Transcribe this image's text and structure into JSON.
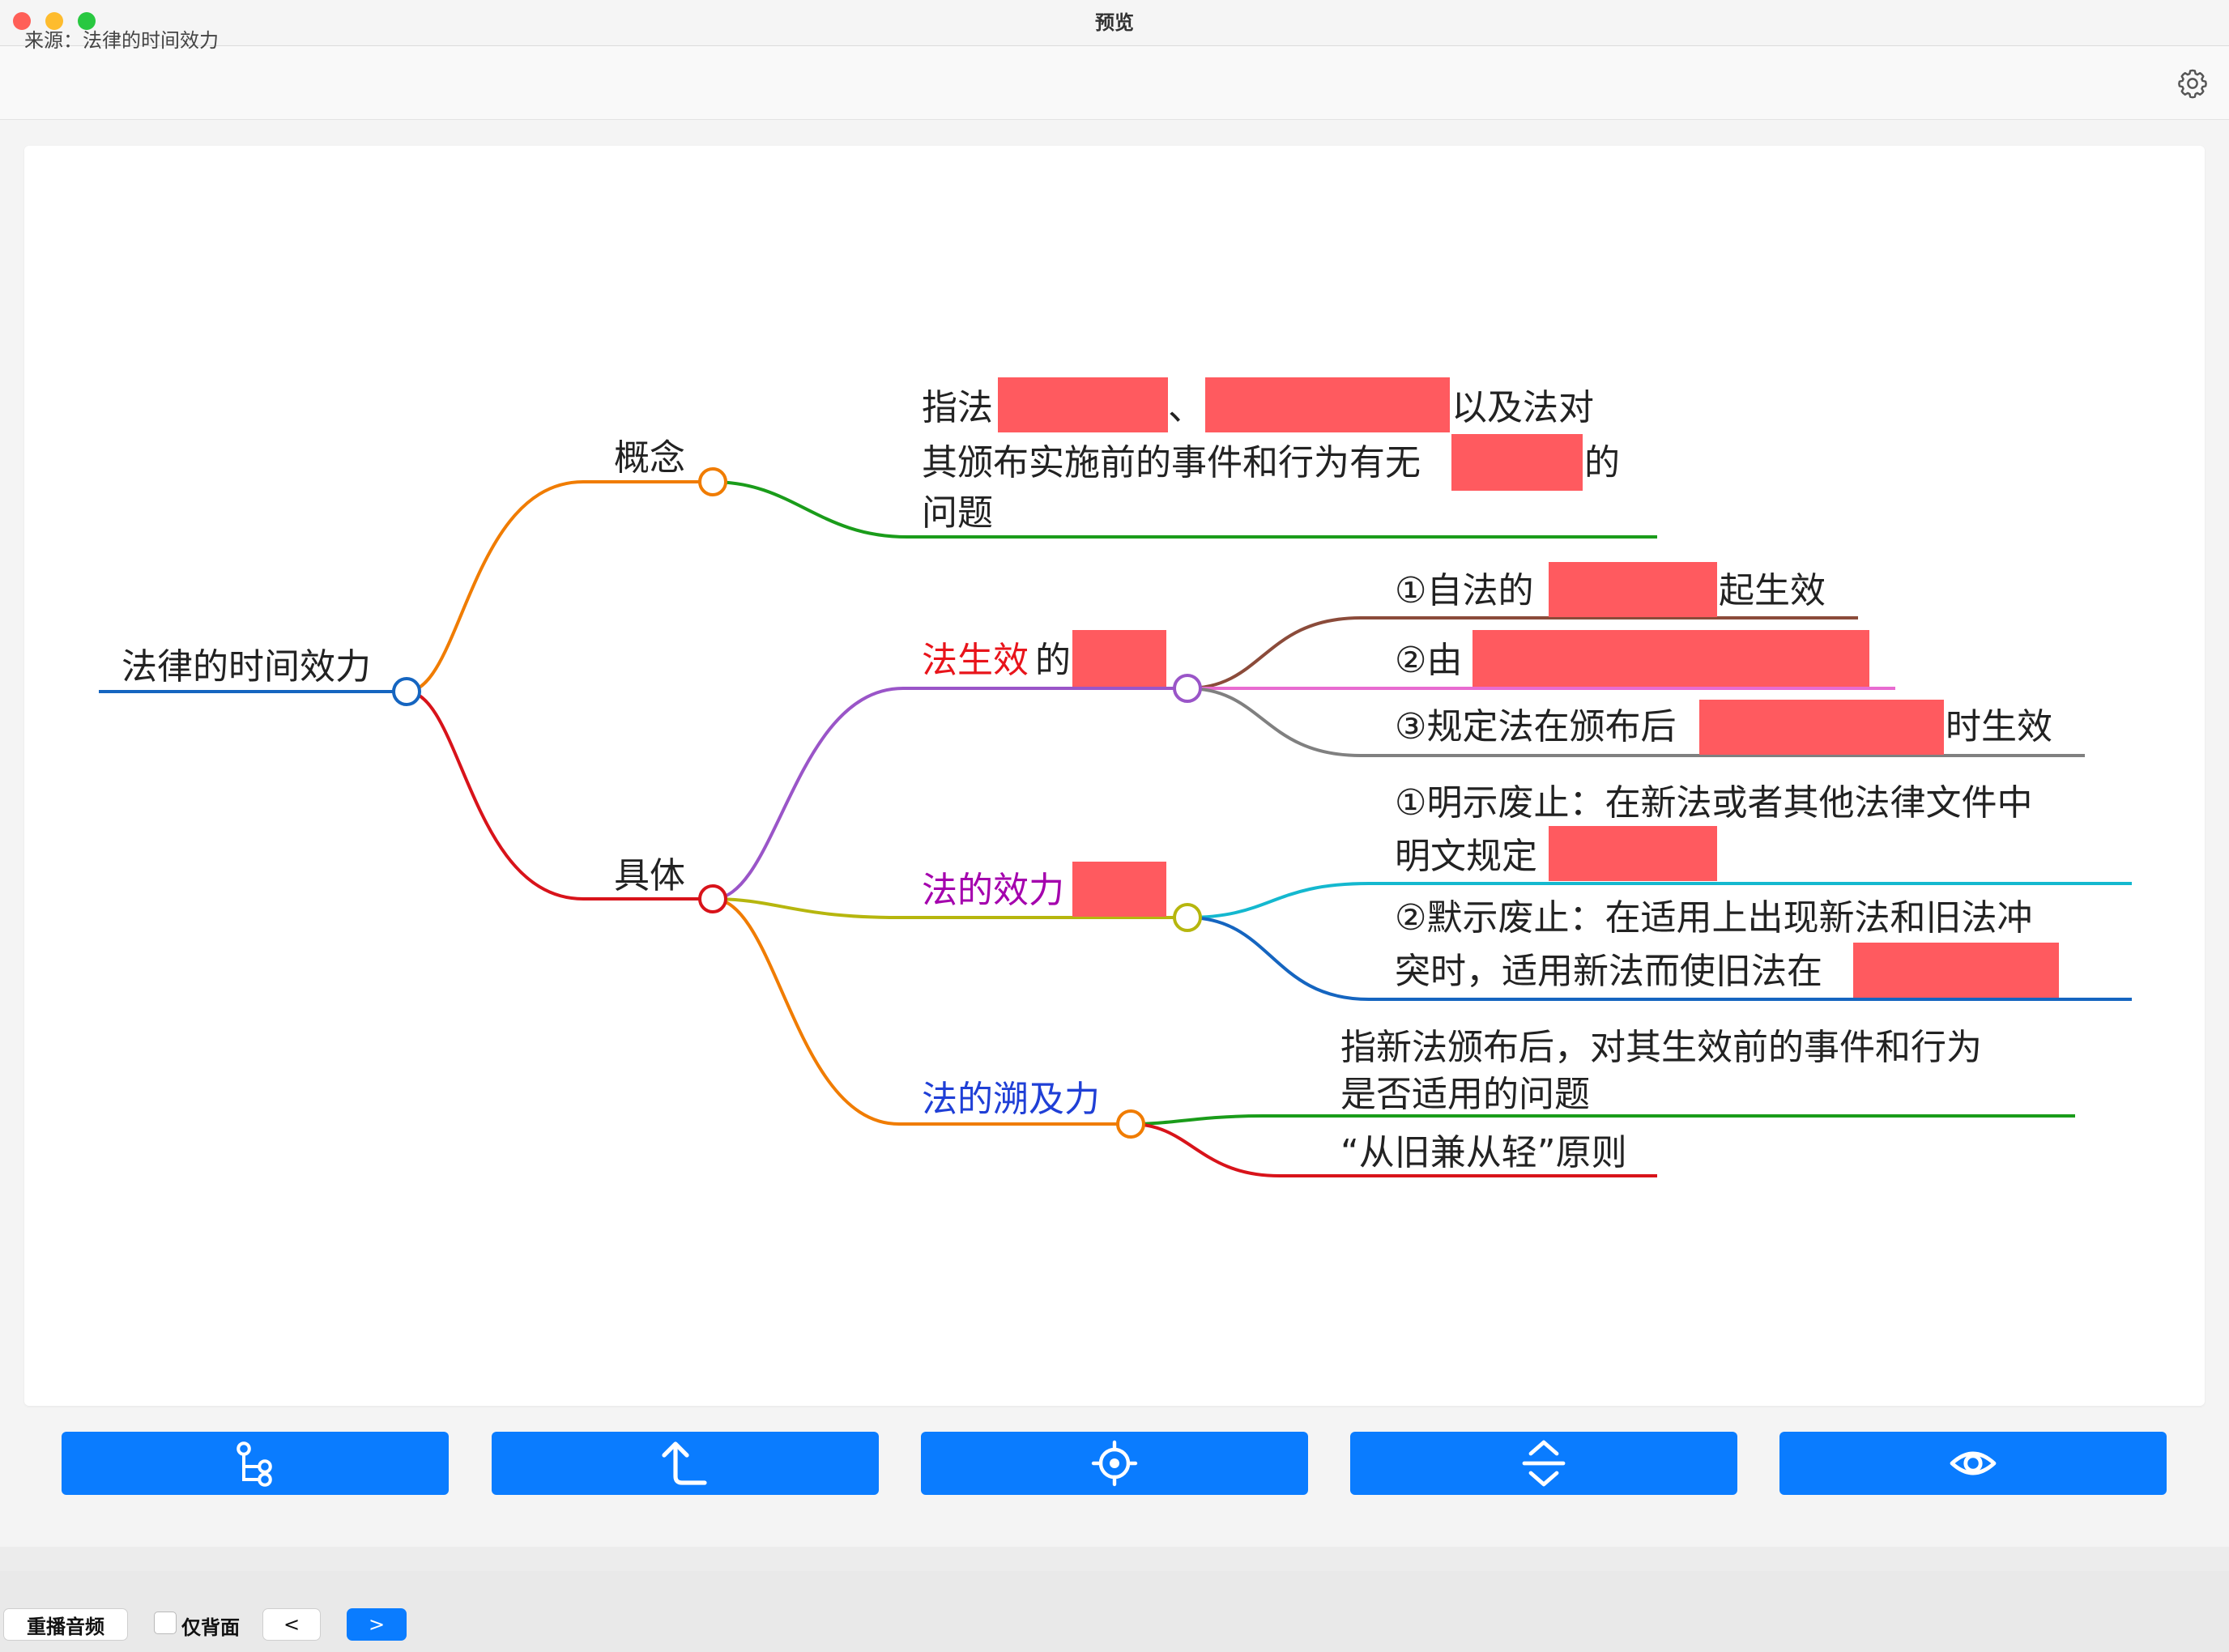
{
  "window": {
    "title": "预览"
  },
  "toolbar": {
    "source_label": "来源：法律的时间效力"
  },
  "mindmap": {
    "root": "法律的时间效力",
    "concept": {
      "label": "概念",
      "line1_a": "指法",
      "line1_b": "、",
      "line1_c": "以及法对",
      "line2_a": "其颁布实施前的事件和行为有无",
      "line2_b": "的",
      "line3": "问题"
    },
    "specific": {
      "label": "具体",
      "effective": {
        "label_colored": "法生效",
        "label_rest": "的",
        "item1_a": "①自法的",
        "item1_b": "起生效",
        "item2_a": "②由",
        "item3_a": "③规定法在颁布后",
        "item3_b": "时生效"
      },
      "termination": {
        "label": "法的效力",
        "item1_line1": "①明示废止：在新法或者其他法律文件中",
        "item1_line2": "明文规定",
        "item2_line1": "②默示废止：在适用上出现新法和旧法冲",
        "item2_line2": "突时，适用新法而使旧法在"
      },
      "retroactivity": {
        "label": "法的溯及力",
        "item1_line1": "指新法颁布后，对其生效前的事件和行为",
        "item1_line2": "是否适用的问题",
        "item2": "“从旧兼从轻”原则"
      }
    }
  },
  "actions": [
    {
      "icon": "tree-structure-icon"
    },
    {
      "icon": "arrow-up-return-icon"
    },
    {
      "icon": "locate-target-icon"
    },
    {
      "icon": "expand-collapse-icon"
    },
    {
      "icon": "eye-icon"
    }
  ],
  "bottom": {
    "replay_label": "重播音频",
    "back_only_label": "仅背面",
    "prev_label": "<",
    "next_label": ">"
  },
  "colors": {
    "accent": "#0a7cff",
    "mask": "#ff5a5f",
    "effective": "#e8141b",
    "termination": "#a400ad",
    "retroactivity": "#1f3fd6"
  }
}
